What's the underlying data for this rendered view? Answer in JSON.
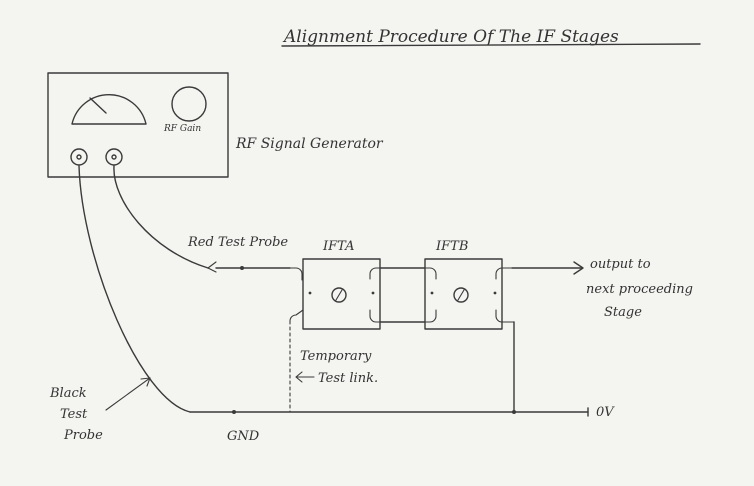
{
  "diagram": {
    "title": "Alignment Procedure Of The IF Stages",
    "generator": {
      "name": "RF Signal Generator",
      "knob_label": "RF Gain"
    },
    "transformers": [
      {
        "name": "IFTA"
      },
      {
        "name": "IFTB"
      }
    ],
    "labels": {
      "red_probe": "Red Test Probe",
      "black_probe_lines": [
        "Black",
        "Test",
        "Probe"
      ],
      "temp_link_lines": [
        "Temporary",
        "Test link."
      ],
      "output_lines": [
        "output to",
        "next proceeding",
        "Stage"
      ],
      "gnd": "GND",
      "ov": "0V"
    }
  }
}
